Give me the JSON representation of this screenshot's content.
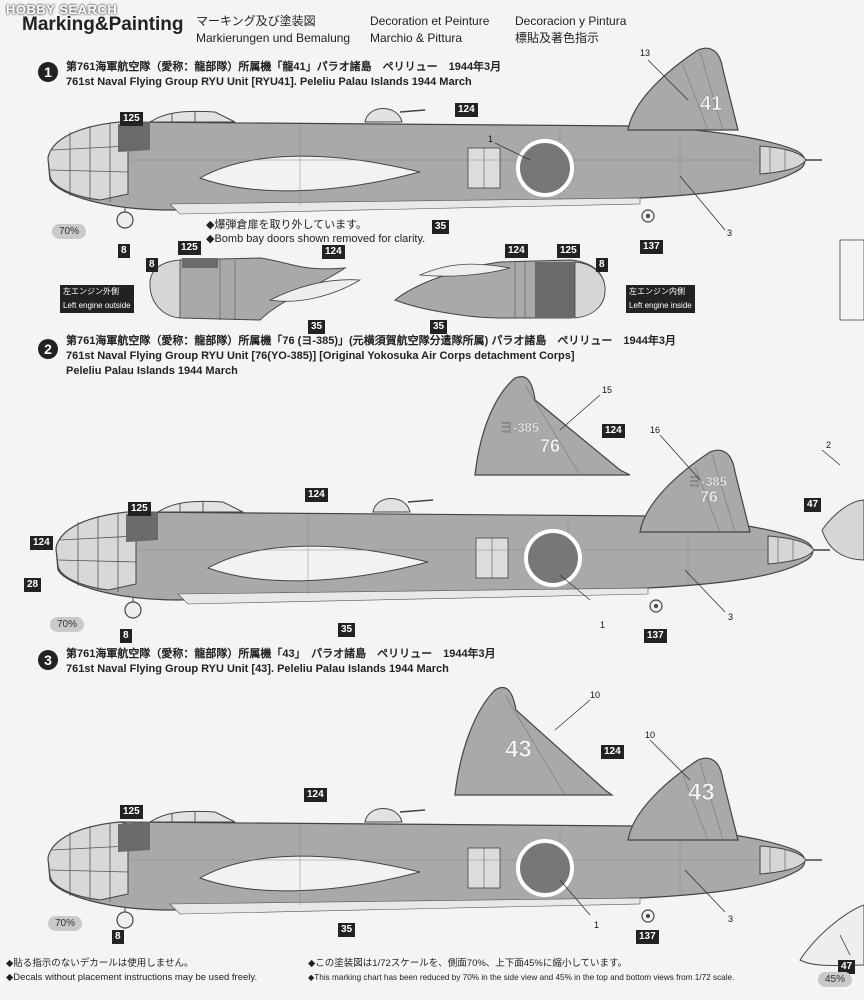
{
  "watermark": "HOBBY SEARCH",
  "header": {
    "title": "Marking&Painting",
    "jp": "マーキング及び塗装図",
    "de": "Markierungen und Bemalung",
    "fr": "Decoration et Peinture",
    "it": "Marchio & Pittura",
    "es": "Decoracion y Pintura",
    "cn": "標貼及著色指示"
  },
  "sections": [
    {
      "num": "1",
      "jp": "第761海軍航空隊（愛称：龍部隊）所属機「龍41」パラオ諸島　ペリリュー　1944年3月",
      "en": "761st Naval Flying Group RYU Unit [RYU41]. Peleliu Palau Islands 1944 March"
    },
    {
      "num": "2",
      "jp": "第761海軍航空隊（愛称：龍部隊）所属機「76 (ヨ-385)」(元横須賀航空隊分遣隊所属) パラオ諸島　ペリリュー　1944年3月",
      "en": "761st Naval Flying Group RYU Unit [76(YO-385)] [Original Yokosuka Air Corps detachment Corps]",
      "en2": "Peleliu Palau Islands 1944 March"
    },
    {
      "num": "3",
      "jp": "第761海軍航空隊（愛称：龍部隊）所属機「43」　パラオ諸島　ペリリュー　1944年3月",
      "en": "761st Naval Flying Group RYU Unit [43]. Peleliu Palau Islands 1944 March"
    }
  ],
  "bomb_note_jp": "◆爆弾倉扉を取り外しています。",
  "bomb_note_en": "◆Bomb bay doors shown removed for clarity.",
  "engine_left": {
    "jp": "左エンジン外側",
    "en": "Left engine outside"
  },
  "engine_right": {
    "jp": "左エンジン内側",
    "en": "Left engine inside"
  },
  "scale": {
    "side": "70%",
    "top": "45%"
  },
  "tail_codes": {
    "p1": "41",
    "p2_tail": "ヨ-385",
    "p2_num": "76",
    "p3": "43"
  },
  "tags": {
    "t8": "8",
    "t35": "35",
    "t124": "124",
    "t125": "125",
    "t137": "137",
    "t28": "28",
    "t47": "47",
    "c1": "1",
    "c2": "2",
    "c3": "3",
    "c10": "10",
    "c13": "13",
    "c15": "15",
    "c16": "16"
  },
  "footer": {
    "jp1": "◆貼る指示のないデカールは使用しません。",
    "en1": "◆Decals without placement instructions may be used freely.",
    "jp2": "◆この塗装図は1/72スケールを、側面70%、上下面45%に縮小しています。",
    "en2": "◆This marking chart has been reduced by 70% in the side view and 45% in the top and bottom views from 1/72 scale."
  },
  "colors": {
    "paint": "#a9a9a9",
    "panel": "#d2d2d2",
    "line": "#444444",
    "ink": "#222222",
    "hinomaru": "#777777",
    "bg": "#f4f4f2"
  }
}
